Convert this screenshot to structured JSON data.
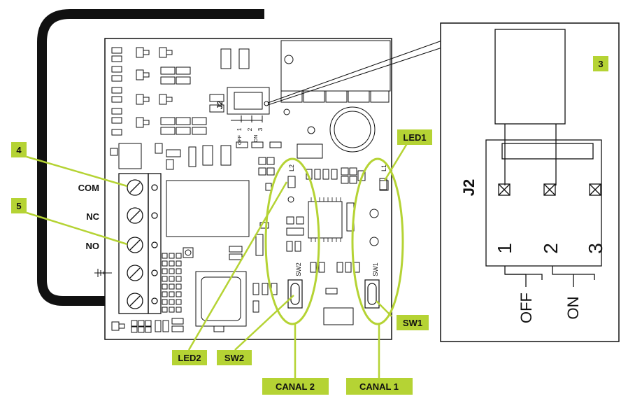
{
  "board": {
    "terminal_labels": {
      "com": "COM",
      "nc": "NC",
      "no": "NO"
    },
    "silk": {
      "j2": "J2",
      "j2_pin1": "1",
      "j2_pin2": "2",
      "j2_pin3": "3",
      "j2_off": "OFF",
      "j2_on": "ON",
      "l1": "L1",
      "l2": "L2",
      "sw1": "SW1",
      "sw2": "SW2"
    }
  },
  "callouts": {
    "c3": "3",
    "c4": "4",
    "c5": "5",
    "led1": "LED1",
    "led2": "LED2",
    "sw1": "SW1",
    "sw2": "SW2",
    "canal1": "CANAL 1",
    "canal2": "CANAL 2"
  },
  "detail": {
    "j2": "J2",
    "pin1": "1",
    "pin2": "2",
    "pin3": "3",
    "off": "OFF",
    "on": "ON"
  },
  "colors": {
    "accent": "#b5d334",
    "ink": "#111111",
    "paper": "#ffffff"
  }
}
